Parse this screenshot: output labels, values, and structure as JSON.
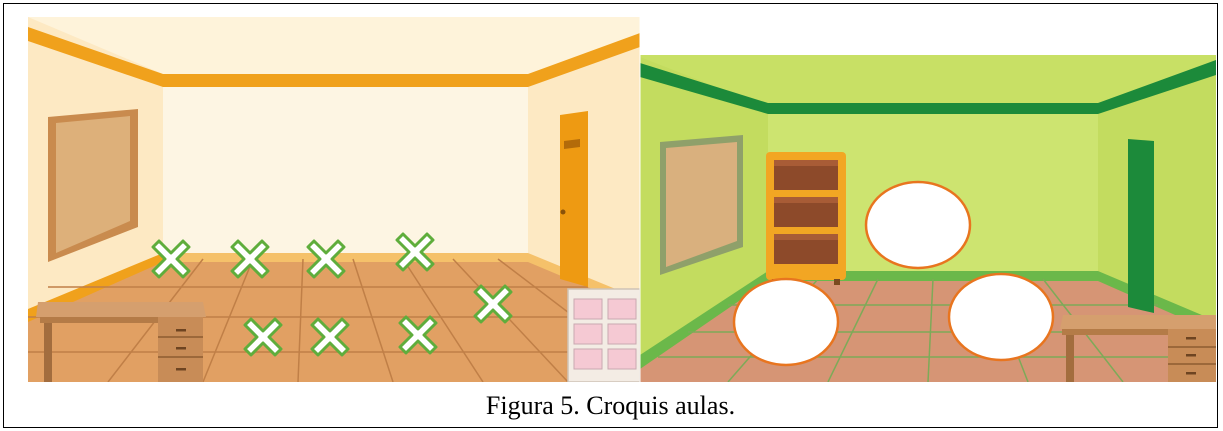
{
  "caption": "Figura 5. Croquis aulas.",
  "colors": {
    "left_room_wall": "#FDF1D6",
    "left_room_trim": "#F0A11C",
    "left_room_floor": "#E1A063",
    "right_room_wall": "#C8E065",
    "right_room_trim": "#1C8A3A",
    "right_room_floor": "#D69575",
    "x_marker_fill": "#FFFFFF",
    "x_marker_outline": "#5FAD3C",
    "ellipse_outline": "#E8751F"
  },
  "left_room": {
    "x_marker_count": 8
  },
  "right_room": {
    "empty_ellipse_count": 3
  }
}
